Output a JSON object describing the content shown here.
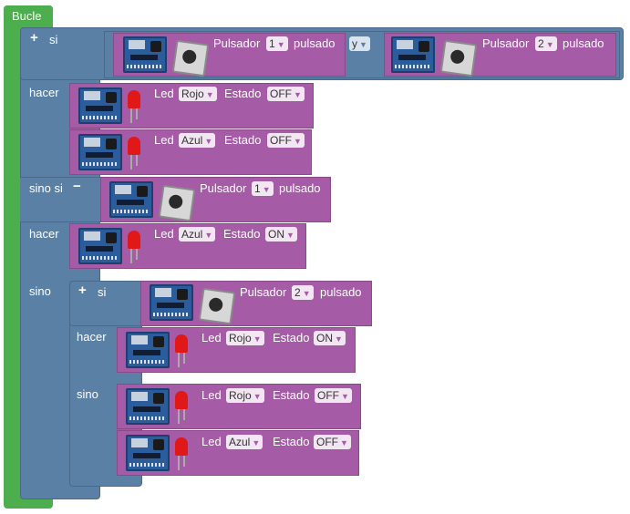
{
  "loop": {
    "label": "Bucle"
  },
  "if_block": {
    "si": "si",
    "hacer": "hacer",
    "sino_si": "sino si",
    "sino": "sino",
    "and_op": "y"
  },
  "pulsador": {
    "label": "Pulsador",
    "pressed": "pulsado"
  },
  "led": {
    "label": "Led",
    "estado": "Estado"
  },
  "cond1": {
    "a_value": "1",
    "b_value": "2"
  },
  "do1": [
    {
      "color": "Rojo",
      "state": "OFF"
    },
    {
      "color": "Azul",
      "state": "OFF"
    }
  ],
  "cond2": {
    "value": "1"
  },
  "do2": [
    {
      "color": "Azul",
      "state": "ON"
    }
  ],
  "inner_if": {
    "si": "si",
    "hacer": "hacer",
    "sino": "sino",
    "cond_value": "2",
    "do": [
      {
        "color": "Rojo",
        "state": "ON"
      }
    ],
    "else": [
      {
        "color": "Rojo",
        "state": "OFF"
      },
      {
        "color": "Azul",
        "state": "OFF"
      }
    ]
  },
  "icons": {
    "board": "arduino-board-icon",
    "button": "push-button-icon",
    "led": "red-led-icon",
    "mutator": "plus-icon",
    "remove": "minus-icon"
  },
  "colors": {
    "loop": "#4cae4c",
    "logic": "#5b80a5",
    "block": "#a55ba5"
  }
}
